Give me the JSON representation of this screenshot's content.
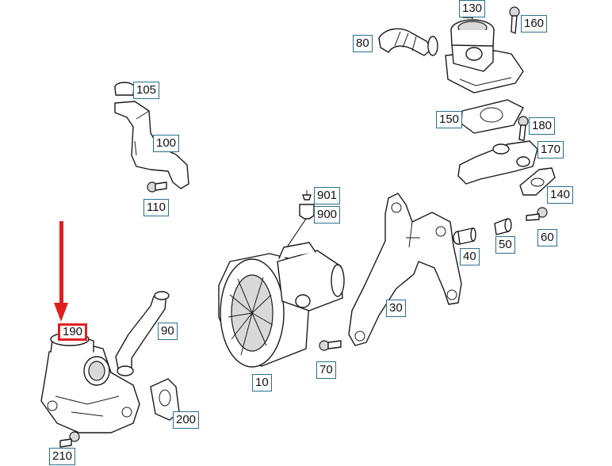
{
  "diagram": {
    "highlight_color": "#e02020",
    "label_border_color": "#2b6f8f",
    "highlighted_part": "190",
    "labels": {
      "p130": "130",
      "p160": "160",
      "p80": "80",
      "p105": "105",
      "p100": "100",
      "p150": "150",
      "p180": "180",
      "p170": "170",
      "p110": "110",
      "p140": "140",
      "p901": "901",
      "p900": "900",
      "p60": "60",
      "p40": "40",
      "p50": "50",
      "p30": "30",
      "p190": "190",
      "p90": "90",
      "p70": "70",
      "p10": "10",
      "p200": "200",
      "p210": "210"
    }
  }
}
